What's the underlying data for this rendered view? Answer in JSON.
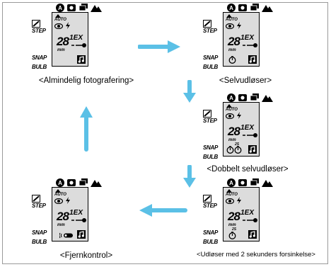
{
  "lcd": {
    "step_label": "STEP",
    "snap_label": "SNAP",
    "bulb_label": "BULB",
    "auto_label": "AUTO",
    "mm_label": "mm",
    "count_value": "28",
    "exp_value": "1EX",
    "two_s_label": "2S"
  },
  "captions": {
    "normal": "<Almindelig fotografering>",
    "self_timer": "<Selvudløser>",
    "double_self_timer": "<Dobbelt selvudløser>",
    "two_second_release": "<Udløser med 2 sekunders forsinkelse>",
    "remote": "<Fjernkontrol>"
  },
  "colors": {
    "arrow": "#5bc0e6",
    "lcd_bg": "#dcdcdc",
    "frame": "#9a9a9a"
  },
  "icons": [
    "auto-mode-icon",
    "camera-icon",
    "multi-shot-icon",
    "mountain-icon",
    "eye-icon",
    "flash-icon",
    "music-note-icon",
    "self-timer-icon",
    "remote-icon"
  ]
}
